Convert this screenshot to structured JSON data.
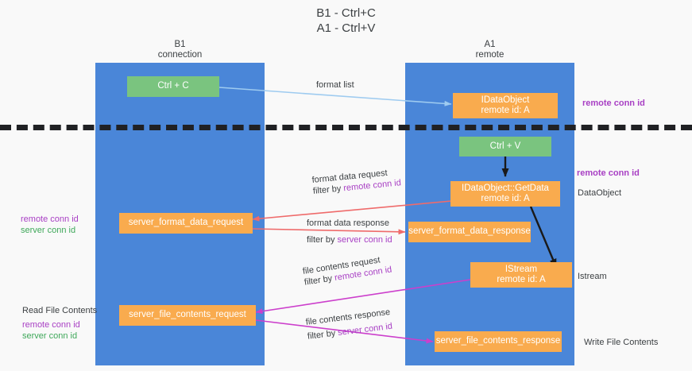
{
  "title": {
    "line1": "B1 - Ctrl+C",
    "line2": "A1 - Ctrl+V"
  },
  "columns": [
    {
      "name": "B1",
      "role": "connection"
    },
    {
      "name": "A1",
      "role": "remote"
    }
  ],
  "nodes": {
    "ctrl_c": "Ctrl + C",
    "ctrl_v": "Ctrl + V",
    "idataobject_top_l1": "IDataObject",
    "idataobject_top_l2": "remote id: A",
    "getdata_l1": "IDataObject::GetData",
    "getdata_l2": "remote id: A",
    "istream_l1": "IStream",
    "istream_l2": "remote id: A",
    "server_format_data_request": "server_format_data_request",
    "server_format_data_response": "server_format_data_response",
    "server_file_contents_request": "server_file_contents_request",
    "server_file_contents_response": "server_file_contents_response"
  },
  "edges": {
    "format_list": "format list",
    "format_data_request": "format data request",
    "format_data_request_filter_prefix": "filter by ",
    "format_data_request_filter_value": "remote conn id",
    "format_data_response": "format data response",
    "format_data_response_filter_prefix": "filter by ",
    "format_data_response_filter_value": "server conn id",
    "file_contents_request": "file contents request",
    "file_contents_request_filter_prefix": "filter by ",
    "file_contents_request_filter_value": "remote conn id",
    "file_contents_response": "file contents response",
    "file_contents_response_filter_prefix": "filter by ",
    "file_contents_response_filter_value": "server conn id"
  },
  "side_labels": {
    "right_remote_conn_id_top": "remote conn id",
    "right_remote_conn_id_mid": "remote conn id",
    "right_dataobject": "DataObject",
    "right_istream": "Istream",
    "right_write_file_contents": "Write File Contents",
    "left_remote_conn_id_mid": "remote conn id",
    "left_server_conn_id_mid": "server conn id",
    "left_read_file_contents": "Read File Contents",
    "left_remote_conn_id_bot": "remote conn id",
    "left_server_conn_id_bot": "server conn id"
  },
  "colors": {
    "lane": "#4a86d8",
    "node_green": "#7ac47f",
    "node_orange": "#f9ab4e",
    "accent_purple": "#a83fc4",
    "accent_green": "#3fa85a",
    "arrow_lightblue": "#9ecbf0",
    "arrow_red": "#ef6b6b",
    "arrow_magenta": "#cc3fcc",
    "arrow_black": "#1a1a1a",
    "background": "#f9f9f9"
  }
}
